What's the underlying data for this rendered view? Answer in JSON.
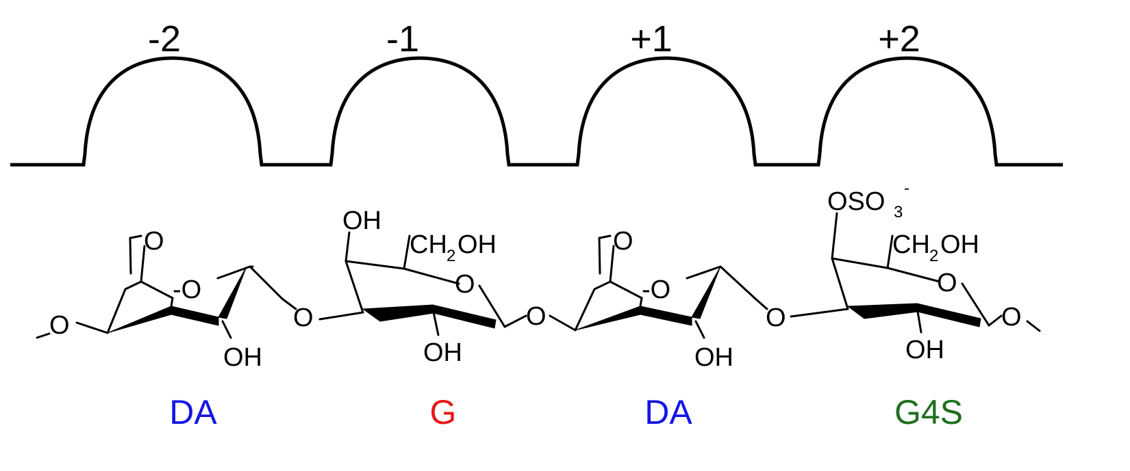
{
  "subsites": {
    "items": [
      {
        "label": "-2"
      },
      {
        "label": "-1"
      },
      {
        "label": "+1"
      },
      {
        "label": "+2"
      }
    ]
  },
  "residues": {
    "items": [
      {
        "name": "DA",
        "color": "#1515e6"
      },
      {
        "name": "G",
        "color": "#e81717"
      },
      {
        "name": "DA",
        "color": "#1515e6"
      },
      {
        "name": "G4S",
        "color": "#1e6e1e"
      }
    ]
  },
  "atoms": {
    "o": "O",
    "ring_o": "-O",
    "oh": "OH",
    "ch2": "CH",
    "sub2": "2",
    "oh_tail": "OH",
    "oso": "OSO",
    "sub3": "3",
    "minus": "-"
  }
}
